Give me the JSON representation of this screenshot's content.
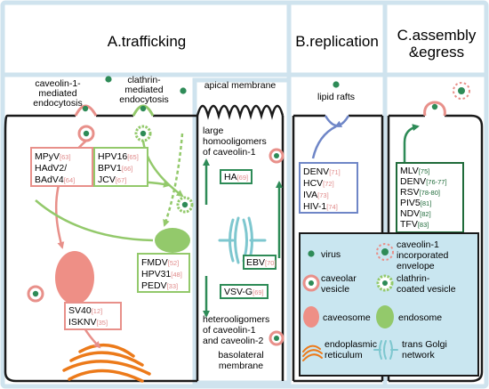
{
  "sections": {
    "trafficking": "A.trafficking",
    "replication": "B.replication",
    "assembly_l1": "C.assembly",
    "assembly_l2": "&egress"
  },
  "labels": {
    "cav_l1": "caveolin-1-",
    "cav_l2": "mediated",
    "cav_l3": "endocytosis",
    "cla_l1": "clathrin-",
    "cla_l2": "mediated",
    "cla_l3": "endocytosis",
    "apical": "apical membrane",
    "large_l1": "large",
    "large_l2": "homooligomers",
    "large_l3": "of caveolin-1",
    "hetero_l1": "heterooligomers",
    "hetero_l2": "of caveolin-1",
    "hetero_l3": "and caveolin-2",
    "baso_l1": "basolateral",
    "baso_l2": "membrane",
    "lipid": "lipid rafts"
  },
  "virus_boxes": {
    "caveolar": [
      {
        "name": "MPyV",
        "ref": "[63]"
      },
      {
        "name": "HAdV2/",
        "ref": ""
      },
      {
        "name": "BAdV4",
        "ref": "[64]"
      }
    ],
    "clathrin": [
      {
        "name": "HPV16",
        "ref": "[65]"
      },
      {
        "name": "BPV1",
        "ref": "[66]"
      },
      {
        "name": "JCV",
        "ref": "[67]"
      }
    ],
    "endosome": [
      {
        "name": "FMDV",
        "ref": "[52]"
      },
      {
        "name": "HPV31",
        "ref": "[48]"
      },
      {
        "name": "PEDV",
        "ref": "[33]"
      }
    ],
    "er": [
      {
        "name": "SV40",
        "ref": "[12]"
      },
      {
        "name": "ISKNV",
        "ref": "[35]"
      }
    ],
    "ha": {
      "name": "HA",
      "ref": "[69]"
    },
    "ebv": {
      "name": "EBV",
      "ref": "[70]"
    },
    "vsv": {
      "name": "VSV-G",
      "ref": "[69]"
    },
    "replication": [
      {
        "name": "DENV",
        "ref": "[71]"
      },
      {
        "name": "HCV",
        "ref": "[72]"
      },
      {
        "name": "IVA",
        "ref": "[73]"
      },
      {
        "name": "HIV-1",
        "ref": "[74]"
      }
    ],
    "egress": [
      {
        "name": "MLV",
        "ref": "[75]"
      },
      {
        "name": "DENV",
        "ref": "[76-77]"
      },
      {
        "name": "RSV",
        "ref": "[78-80]"
      },
      {
        "name": "PIV5",
        "ref": "[81]"
      },
      {
        "name": "NDV",
        "ref": "[82]"
      },
      {
        "name": "TFV",
        "ref": "[83]"
      }
    ]
  },
  "legend": {
    "virus": "virus",
    "envelope_l1": "caveolin-1",
    "envelope_l2": "incorporated",
    "envelope_l3": "envelope",
    "caveolar_l1": "caveolar",
    "caveolar_l2": "vesicle",
    "clathrin_l1": "clathrin-",
    "clathrin_l2": "coated vesicle",
    "caveosome": "caveosome",
    "endosome": "endosome",
    "er_l1": "endoplasmic",
    "er_l2": "reticulum",
    "golgi_l1": "trans Golgi",
    "golgi_l2": "network"
  },
  "colors": {
    "frame": "#cfe3ee",
    "cell": "#1a1a1a",
    "pink": "#e8908a",
    "green": "#2e8b57",
    "light_green": "#93c96b",
    "blue": "#6f86c7",
    "orange": "#ec7a1a",
    "teal": "#7ec7cf",
    "legend_bg": "#c9e6f0",
    "dark_green": "#1f6b3a"
  }
}
